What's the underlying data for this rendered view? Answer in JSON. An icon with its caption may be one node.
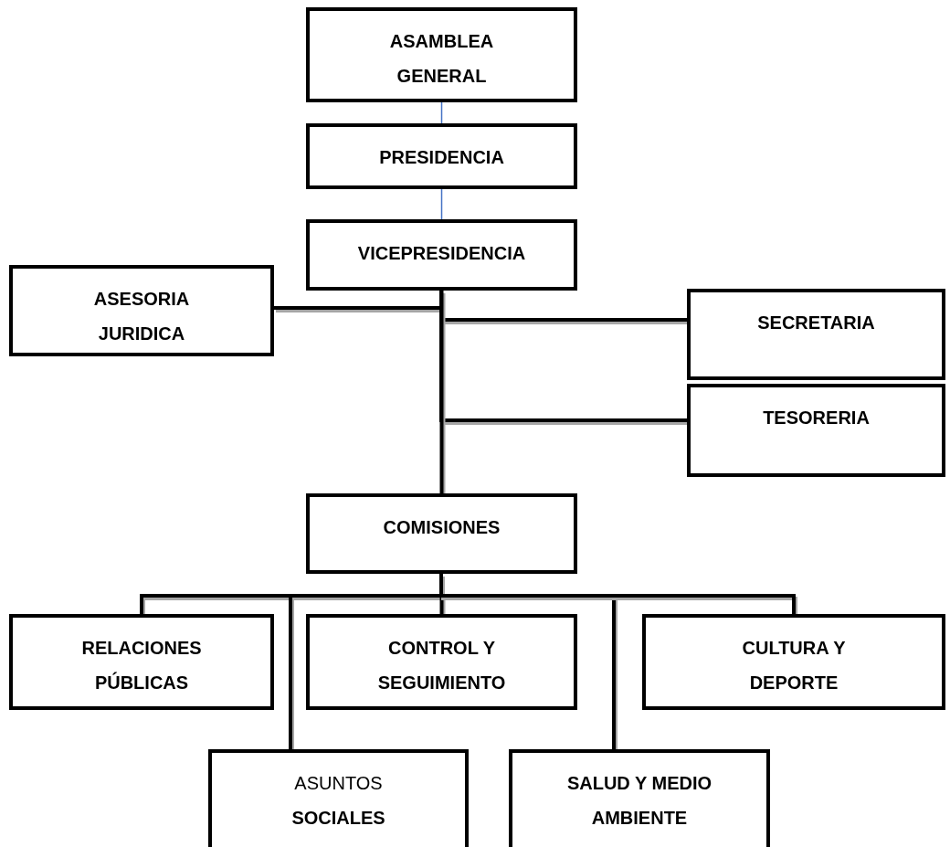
{
  "diagram": {
    "nodes": [
      {
        "text": [
          "ASAMBLEA GENERAL"
        ]
      },
      {
        "text": [
          "PRESIDENCIA"
        ]
      },
      {
        "text": [
          "VICEPRESIDENCIA"
        ]
      },
      {
        "text": [
          "ASESORIA JURIDICA"
        ]
      },
      {
        "text": [
          "SECRETARIA"
        ]
      },
      {
        "text": [
          "TESORERIA"
        ]
      },
      {
        "text": [
          "COMISIONES"
        ]
      },
      {
        "text": [
          "RELACIONES PÚBLICAS"
        ]
      },
      {
        "text": [
          "CONTROL Y SEGUIMIENTO"
        ]
      },
      {
        "text": [
          "CULTURA Y DEPORTE"
        ]
      },
      {
        "text": [
          "ASUNTOS **SOCIALES**"
        ]
      },
      {
        "text": [
          "SALUD Y MEDIO AMBIENTE"
        ]
      }
    ],
    "edges": [
      {
        "from": 0,
        "to": 1,
        "arrow": "none",
        "color": "#4472c4"
      },
      {
        "from": 1,
        "to": 2,
        "arrow": "none",
        "color": "#4472c4"
      },
      {
        "from": 2,
        "to": 4,
        "arrow": "none"
      },
      {
        "from": 2,
        "to": 3,
        "arrow": "none"
      },
      {
        "from": 2,
        "to": 5,
        "arrow": "none"
      },
      {
        "from": 2,
        "to": 6,
        "arrow": "none"
      },
      {
        "from": 6,
        "to": 7,
        "arrow": "none"
      },
      {
        "from": 6,
        "to": 10,
        "arrow": "none"
      },
      {
        "from": 6,
        "to": 8,
        "arrow": "none"
      },
      {
        "from": 6,
        "to": 11,
        "arrow": "none"
      },
      {
        "from": 6,
        "to": 9,
        "arrow": "none"
      }
    ]
  }
}
